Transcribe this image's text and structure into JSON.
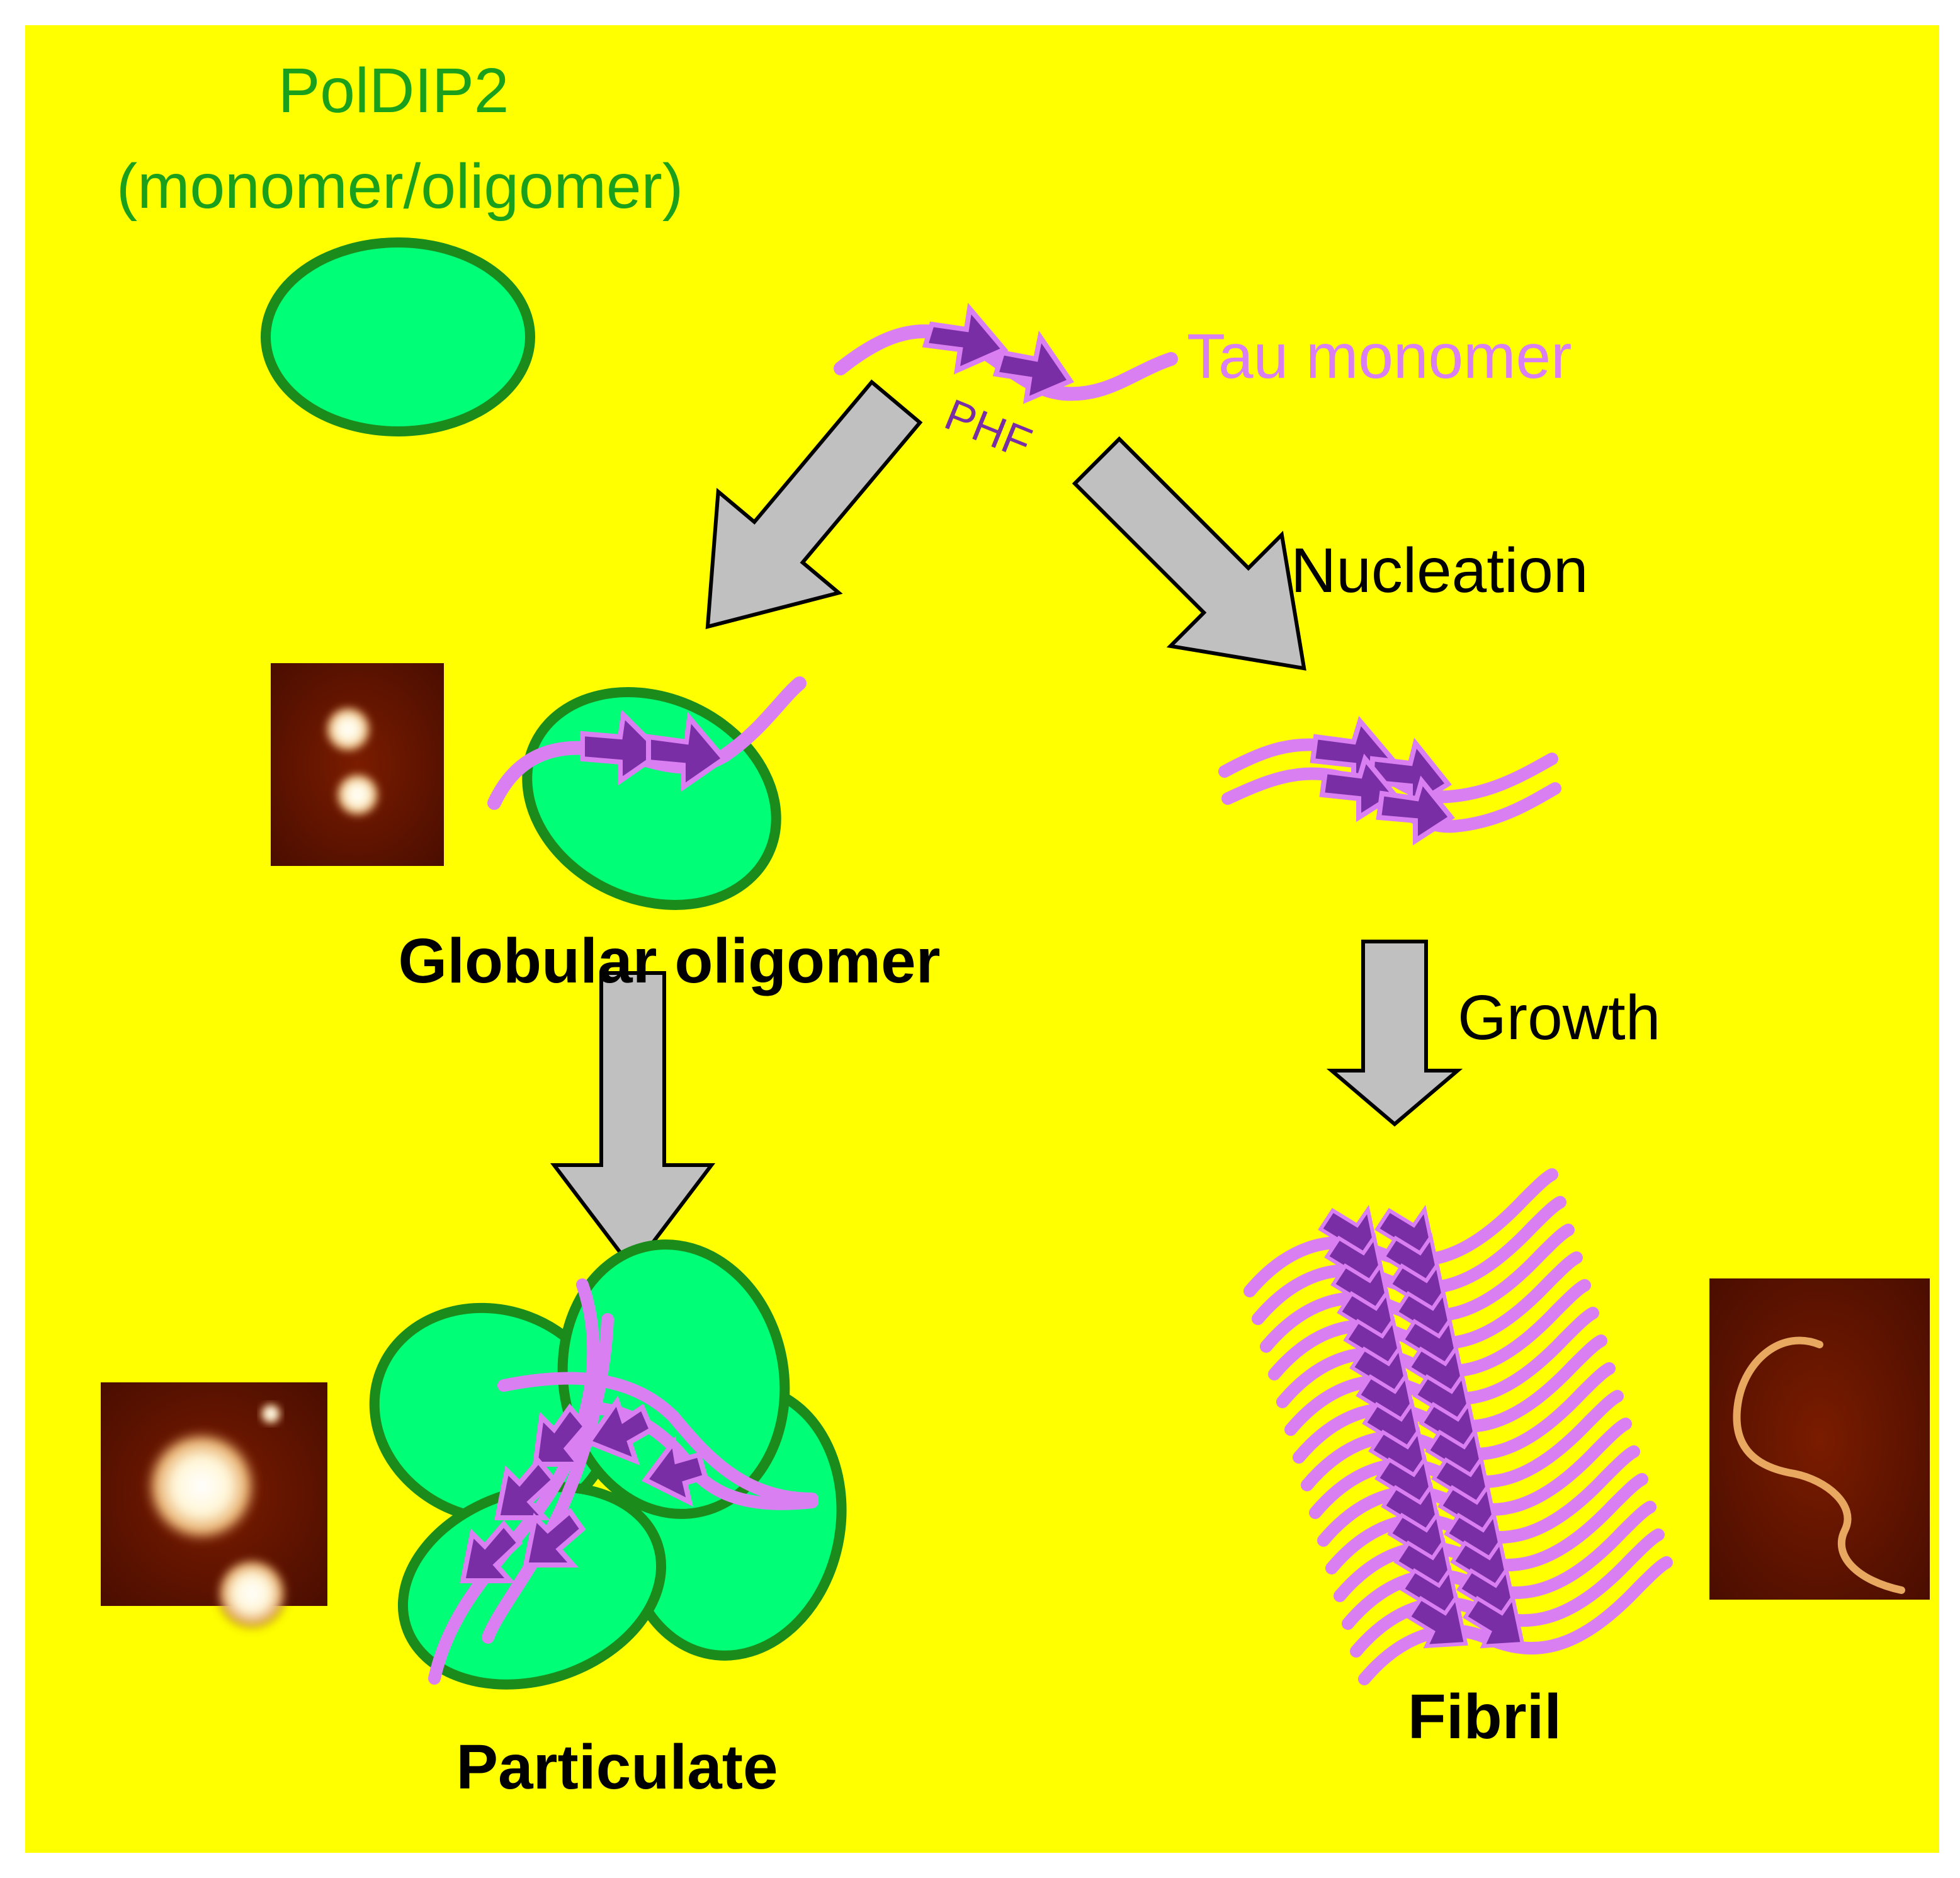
{
  "colors": {
    "background": "#ffff00",
    "protein_fill": "#00ff77",
    "protein_stroke": "#1b8c1b",
    "tau_strand": "#d97ff2",
    "beta_arrow_fill": "#7a2ea6",
    "beta_arrow_stroke": "#d97ff2",
    "process_arrow_fill": "#c0c0c0",
    "process_arrow_stroke": "#000000",
    "label_green": "#1aa01a",
    "label_pink": "#d97ff2",
    "label_black": "#000000"
  },
  "labels": {
    "poldip2_name": "PolDIP2",
    "poldip2_state": "(monomer/oligomer)",
    "tau_monomer": "Tau monomer",
    "phf": "PHF",
    "nucleation": "Nucleation",
    "globular_oligomer": "Globular oligomer",
    "growth": "Growth",
    "particulate": "Particulate",
    "fibril": "Fibril"
  },
  "images": {
    "globular_oligomer_afm": "afm-micrograph",
    "particulate_afm": "afm-micrograph",
    "fibril_afm": "afm-micrograph"
  }
}
